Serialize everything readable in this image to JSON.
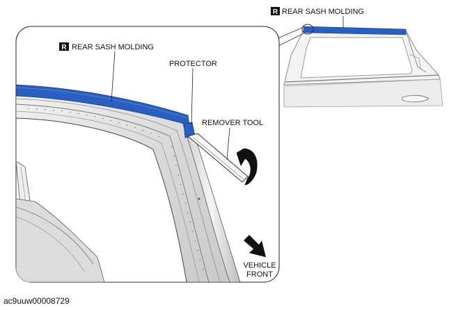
{
  "detail_view": {
    "sash_label": "REAR SASH MOLDING",
    "sash_badge": "R",
    "protector_label": "PROTECTOR",
    "remover_label": "REMOVER TOOL",
    "vehicle_front_line1": "VEHICLE",
    "vehicle_front_line2": "FRONT"
  },
  "inset_view": {
    "sash_label": "REAR SASH MOLDING",
    "sash_badge": "R"
  },
  "figure_code": "ac9uuw00008729",
  "colors": {
    "molding": "#2a5fbf",
    "outline": "#222222",
    "panel": "#e6e6e6"
  }
}
